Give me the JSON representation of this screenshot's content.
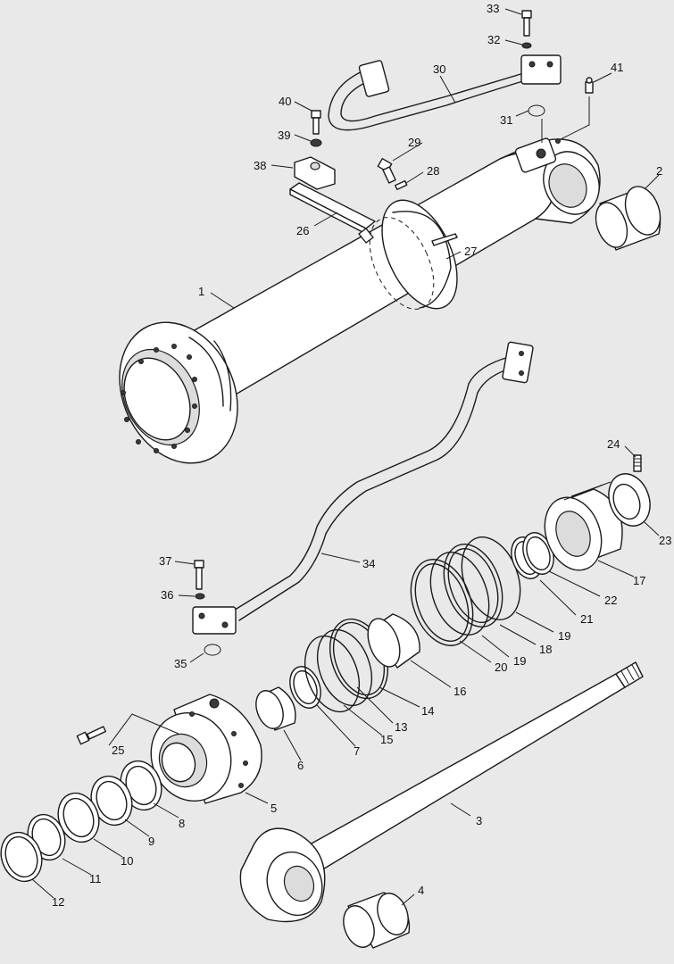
{
  "diagram": {
    "callouts": [
      {
        "n": "1"
      },
      {
        "n": "2"
      },
      {
        "n": "3"
      },
      {
        "n": "4"
      },
      {
        "n": "5"
      },
      {
        "n": "6"
      },
      {
        "n": "7"
      },
      {
        "n": "8"
      },
      {
        "n": "9"
      },
      {
        "n": "10"
      },
      {
        "n": "11"
      },
      {
        "n": "12"
      },
      {
        "n": "13"
      },
      {
        "n": "14"
      },
      {
        "n": "15"
      },
      {
        "n": "16"
      },
      {
        "n": "17"
      },
      {
        "n": "18"
      },
      {
        "n": "19"
      },
      {
        "n": "19"
      },
      {
        "n": "20"
      },
      {
        "n": "21"
      },
      {
        "n": "22"
      },
      {
        "n": "23"
      },
      {
        "n": "24"
      },
      {
        "n": "25"
      },
      {
        "n": "26"
      },
      {
        "n": "27"
      },
      {
        "n": "28"
      },
      {
        "n": "29"
      },
      {
        "n": "30"
      },
      {
        "n": "31"
      },
      {
        "n": "32"
      },
      {
        "n": "33"
      },
      {
        "n": "34"
      },
      {
        "n": "35"
      },
      {
        "n": "36"
      },
      {
        "n": "37"
      },
      {
        "n": "38"
      },
      {
        "n": "39"
      },
      {
        "n": "40"
      },
      {
        "n": "41"
      }
    ]
  }
}
